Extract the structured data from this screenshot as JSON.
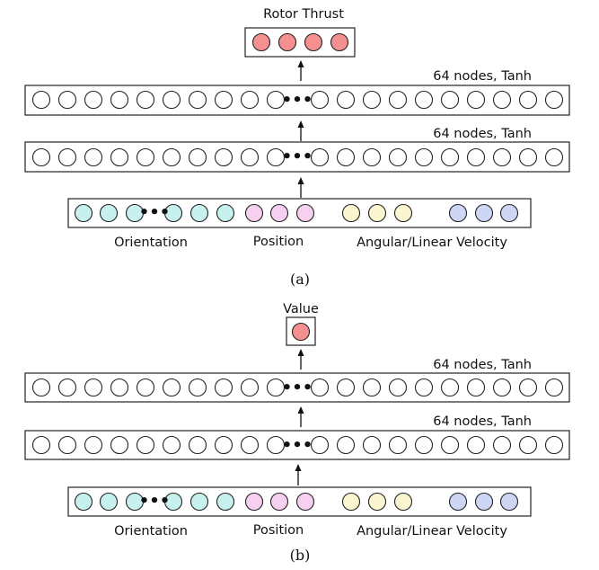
{
  "colors": {
    "output": "#f4908f",
    "hidden": "#ffffff",
    "orientation": "#c7f1ef",
    "position": "#f7cff0",
    "velocity_angular": "#fbf6cf",
    "velocity_linear": "#cdd6f5",
    "stroke": "#222222"
  },
  "diagrams": [
    {
      "caption": "(a)",
      "output_label": "Rotor Thrust",
      "output_nodes": 4,
      "hidden_layers": [
        {
          "label": "64 nodes, Tanh"
        },
        {
          "label": "64 nodes, Tanh"
        }
      ],
      "input_groups": [
        {
          "label": "Orientation"
        },
        {
          "label": "Position"
        },
        {
          "label": "Angular/Linear Velocity"
        }
      ],
      "ellipsis": "•••"
    },
    {
      "caption": "(b)",
      "output_label": "Value",
      "output_nodes": 1,
      "hidden_layers": [
        {
          "label": "64 nodes, Tanh"
        },
        {
          "label": "64 nodes, Tanh"
        }
      ],
      "input_groups": [
        {
          "label": "Orientation"
        },
        {
          "label": "Position"
        },
        {
          "label": "Angular/Linear Velocity"
        }
      ],
      "ellipsis": "•••"
    }
  ]
}
